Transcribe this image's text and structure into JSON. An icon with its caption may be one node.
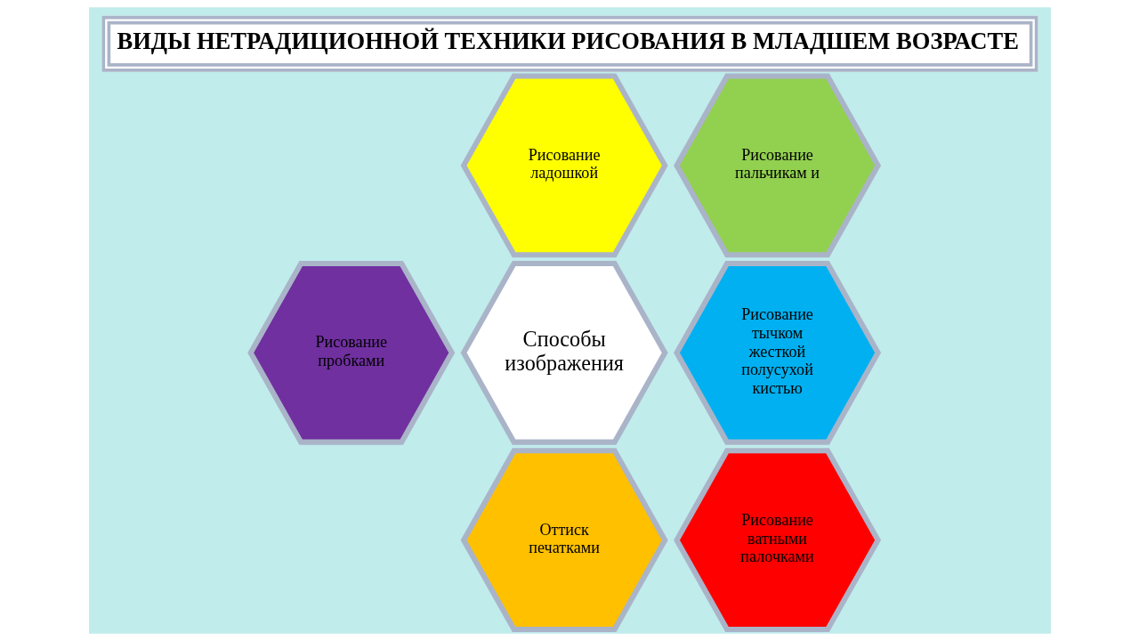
{
  "diagram": {
    "title": "ВИДЫ НЕТРАДИЦИОННОЙ ТЕХНИКИ РИСОВАНИЯ В МЛАДШЕМ ВОЗРАСТЕ",
    "nodes": [
      {
        "text": [
          "Рисование ладошкой"
        ]
      },
      {
        "text": [
          "Рисование пальчикам и"
        ]
      },
      {
        "text": [
          "Рисование пробками"
        ]
      },
      {
        "text": [
          "Способы изображения"
        ]
      },
      {
        "text": [
          "Рисование тычком жесткой полусухой кистью"
        ]
      },
      {
        "text": [
          "Оттиск печатками"
        ]
      },
      {
        "text": [
          "Рисование ватными палочками"
        ]
      }
    ],
    "edges": []
  }
}
